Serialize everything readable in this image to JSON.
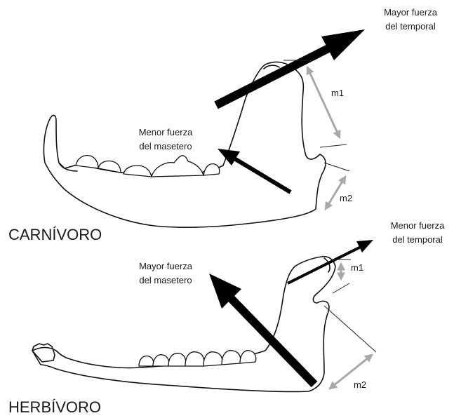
{
  "carnivore": {
    "name": "CARNÍVORO",
    "temporal_label": [
      "Mayor fuerza",
      "del temporal"
    ],
    "masseter_label": [
      "Menor fuerza",
      "del masetero"
    ],
    "m1": "m1",
    "m2": "m2"
  },
  "herbivore": {
    "name": "HERBÍVORO",
    "temporal_label": [
      "Menor fuerza",
      "del temporal"
    ],
    "masseter_label": [
      "Mayor fuerza",
      "del masetero"
    ],
    "m1": "m1",
    "m2": "m2"
  },
  "colors": {
    "outline": "#111111",
    "arrow": "#000000",
    "measurement": "#a8a8a8"
  }
}
